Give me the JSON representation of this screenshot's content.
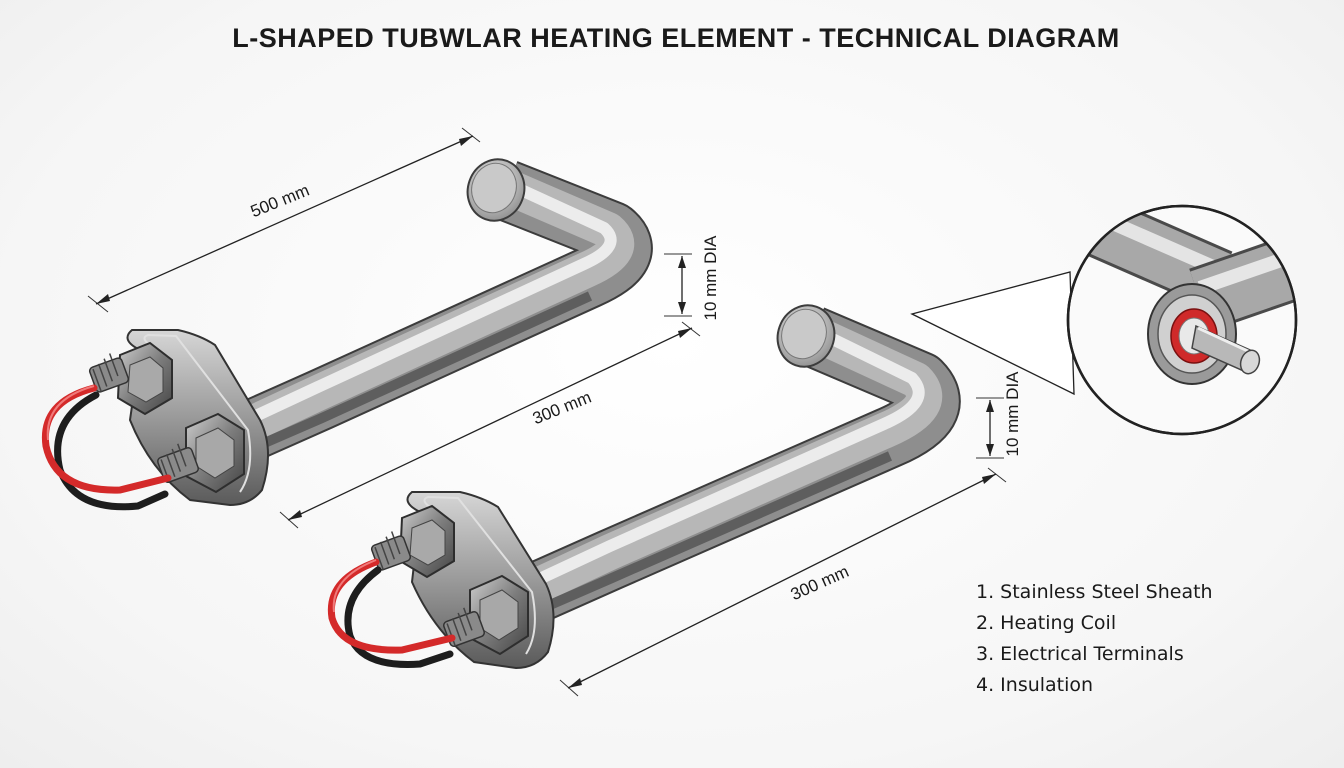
{
  "title": "L-SHAPED TUBWLAR HEATING ELEMENT - TECHNICAL DIAGRAM",
  "dimensions": {
    "length_top": "500 mm",
    "width_top": "300 mm",
    "dia_top": "10 mm DIA",
    "dia_bottom": "10 mm DIA",
    "width_bottom": "300 mm"
  },
  "legend": [
    "1. Stainless Steel Sheath",
    "2. Heating Coil",
    "3. Electrical Terminals",
    "4. Insulation"
  ],
  "colors": {
    "steel_light": "#f2f2f2",
    "steel_mid": "#b9b9b9",
    "steel_dark": "#6f6f6f",
    "wire_red": "#d42a2a",
    "wire_black": "#1d1d1d",
    "insulation_red": "#cf2a2a"
  }
}
